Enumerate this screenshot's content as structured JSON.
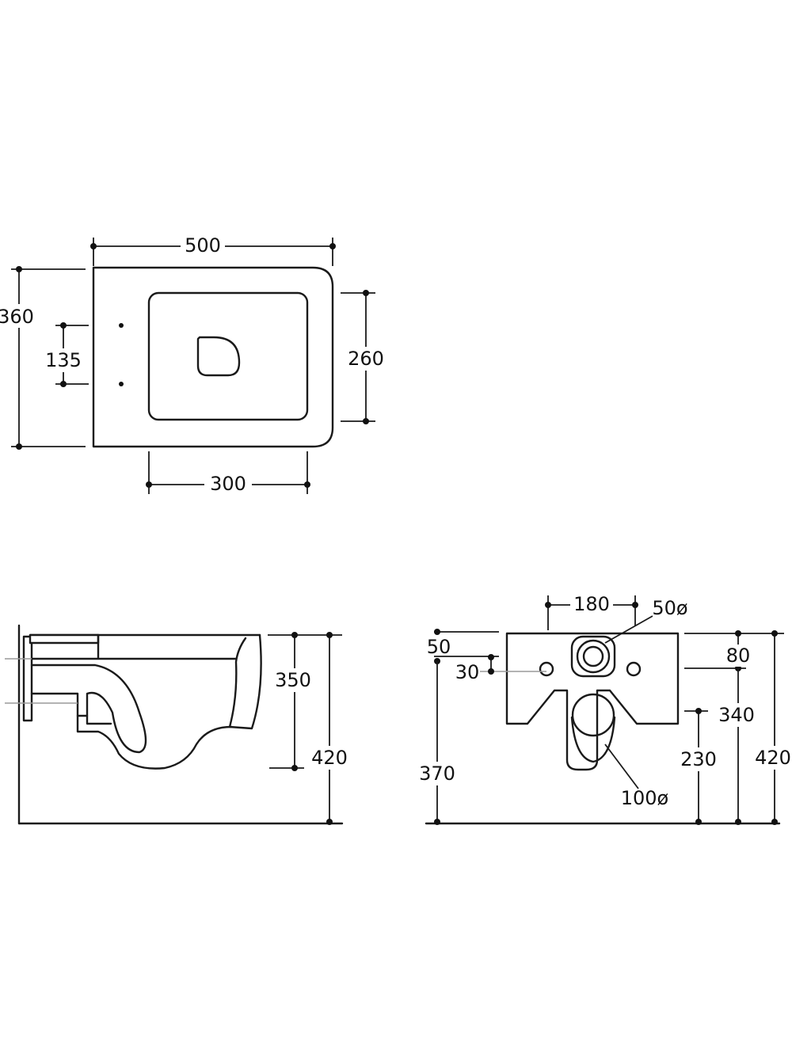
{
  "top_view": {
    "width": "500",
    "depth": "360",
    "fixing_spacing": "135",
    "inner_width": "260",
    "inner_length": "300"
  },
  "side_view": {
    "height_350": "350",
    "height_420": "420"
  },
  "rear_view": {
    "spacing_180": "180",
    "inlet_diameter": "50ø",
    "dim_50": "50",
    "dim_30": "30",
    "dim_80": "80",
    "dim_340": "340",
    "dim_230": "230",
    "dim_370": "370",
    "outlet_diameter": "100ø",
    "height_420": "420"
  }
}
